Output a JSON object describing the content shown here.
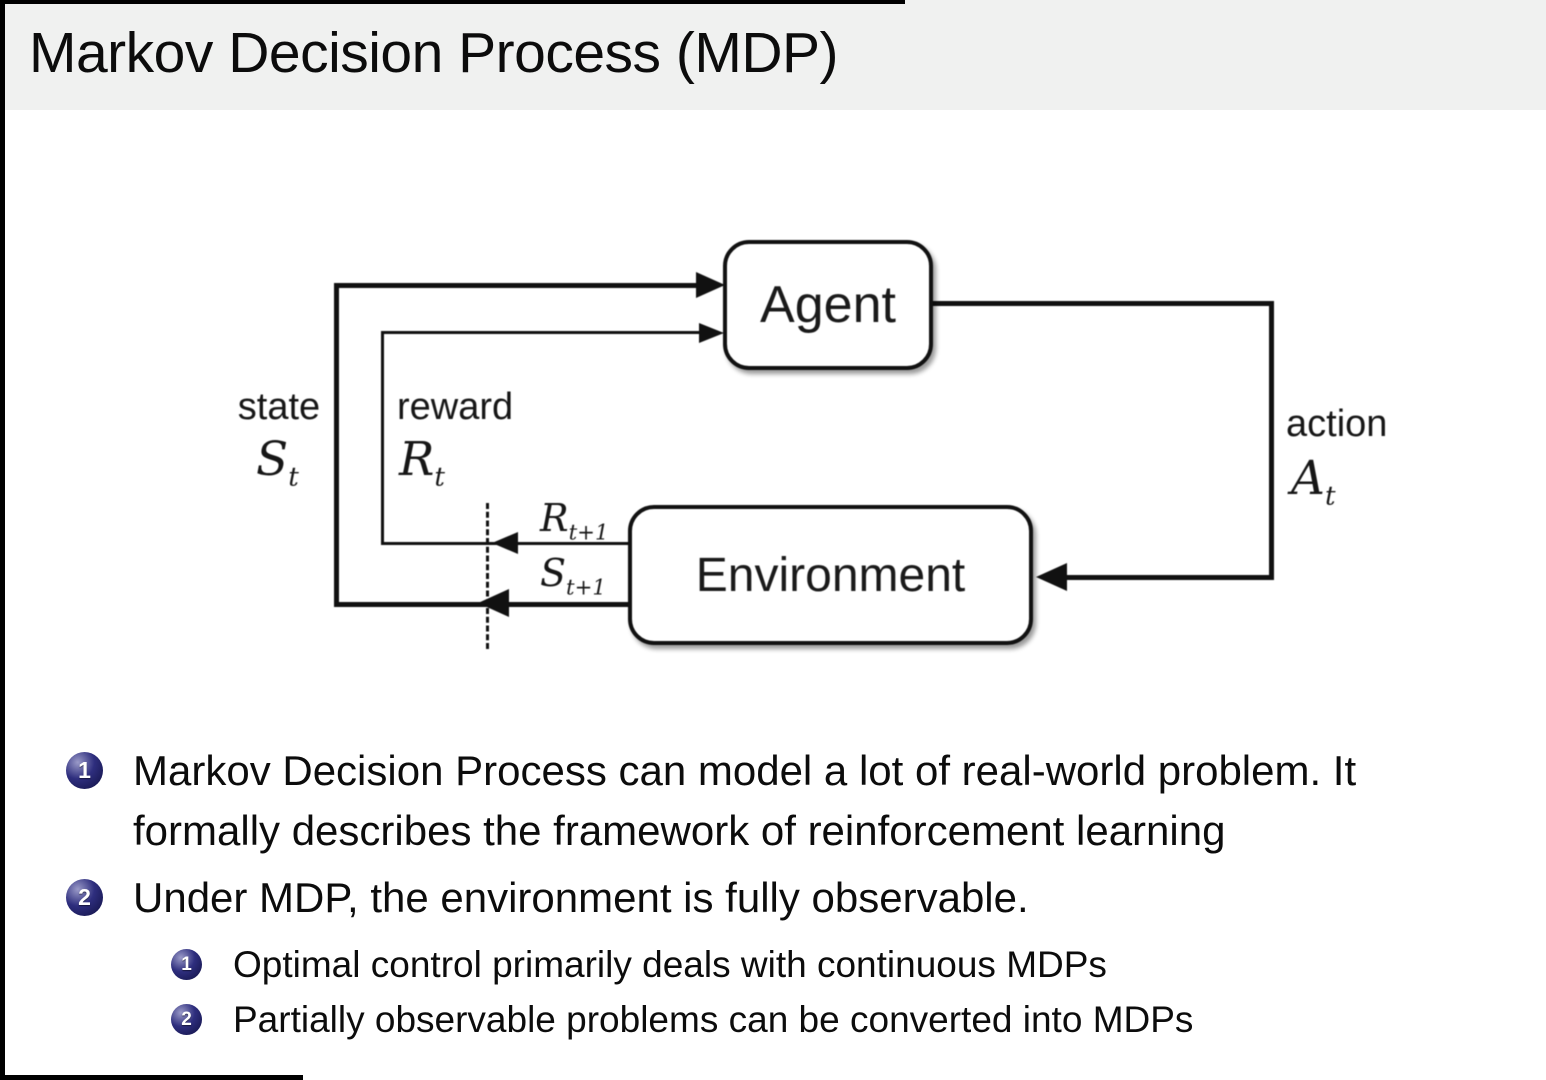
{
  "title": "Markov Decision Process (MDP)",
  "diagram": {
    "agent_label": "Agent",
    "environment_label": "Environment",
    "state": {
      "label": "state",
      "symbol": "S",
      "sub": "t"
    },
    "reward": {
      "label": "reward",
      "symbol": "R",
      "sub": "t"
    },
    "action": {
      "label": "action",
      "symbol": "A",
      "sub": "t"
    },
    "next_reward": {
      "symbol": "R",
      "sub": "t+1"
    },
    "next_state": {
      "symbol": "S",
      "sub": "t+1"
    }
  },
  "bullets": [
    {
      "number": "1",
      "text": "Markov Decision Process can model a lot of real-world problem. It formally describes the framework of reinforcement learning"
    },
    {
      "number": "2",
      "text": "Under MDP, the environment is fully observable."
    }
  ],
  "sub_bullets": [
    {
      "number": "1",
      "text": "Optimal control primarily deals with continuous MDPs"
    },
    {
      "number": "2",
      "text": "Partially observable problems can be converted into MDPs"
    }
  ],
  "colors": {
    "title_bar_bg": "#f0f1f0",
    "line_color": "#111111",
    "ball_dark": "#16164e",
    "ball_mid": "#2e2e7e",
    "ball_light": "#9a9ac8"
  }
}
